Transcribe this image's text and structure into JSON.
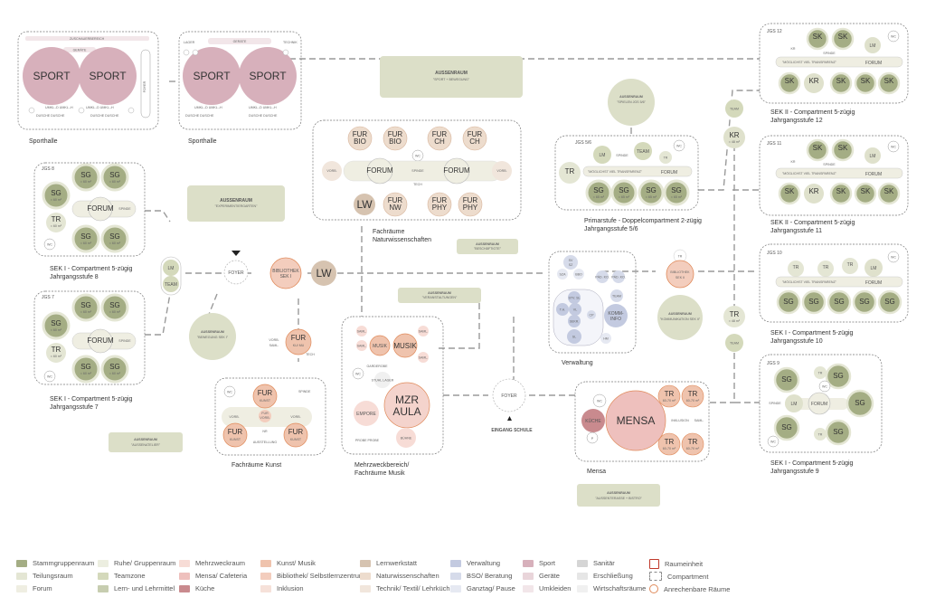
{
  "colors": {
    "stamm": "#a4ad84",
    "stamm_fill": "#c9cdaa",
    "forum": "#efeee2",
    "teilung": "#f4f4ec",
    "ruhe": "#dfe1cc",
    "sport": "#d7b0bb",
    "fur": "#efc3ad",
    "bib": "#e8b4a1",
    "lw": "#d6c3b0",
    "verw": "#c3cae0",
    "aussen": "#dcdfc8",
    "mensa": "#eac9c8",
    "kuche": "#c98a8e",
    "mzr": "#f4d3cc",
    "grey": "#e5e5e5",
    "line": "#9a9a9a"
  },
  "sport": {
    "hall1_label": "Sporthalle",
    "hall2_label": "Sporthalle",
    "sport": "SPORT",
    "zuschauer": "ZUSCHAUERBEREICH",
    "gerate": "GERÄTE",
    "gerate2": "GERÄTE",
    "foyer": "FOYER",
    "lager": "LAGER",
    "technik": "TECHNIK",
    "wc": "WC",
    "umkl": "UMKL.-D  UMKL.-H",
    "dusche": "DUSCHE  DUSCHE"
  },
  "aussen": {
    "sport_title": "AUSSENRAUM",
    "sport_sub": "\"SPORT + BEWEGUNG\"",
    "spielen_title": "AUSSENRAUM",
    "spielen_sub": "\"SPIELEN JGS 5/6\"",
    "experiment_title": "AUSSENRAUM",
    "experiment_sub": "\"EXPERIMENTIERGARTEN\"",
    "beschaftigte_title": "AUSSENRAUM",
    "beschaftigte_sub": "\"BESCHÄFTIGTE\"",
    "veranst_title": "AUSSENRAUM",
    "veranst_sub": "\"VERANSTALTUNGEN\"",
    "bewegung_title": "AUSSENRAUM",
    "bewegung_sub": "\"BEWEGUNG SEK I\"",
    "kommunikation_title": "AUSSENRAUM",
    "kommunikation_sub": "\"KOMMUNIKATION SEK II\"",
    "atelier_title": "AUSSENRAUM",
    "atelier_sub": "\"AUSSENATELIER\"",
    "terrasse_title": "AUSSENRAUM",
    "terrasse_sub": "\"AUSSENTERASSE + BISTRO\""
  },
  "nawi": {
    "fur": "FUR",
    "bio": "BIO",
    "ch": "CH",
    "nw": "NW",
    "phy": "PHY",
    "forum": "FORUM",
    "vorb": "VORB.",
    "wc": "WC",
    "lw": "LW",
    "spinde": "SPINDE",
    "technik": "TECH",
    "label1": "Fachräume",
    "label2": "Naturwissenschaften"
  },
  "jgs8": {
    "tag": "JGS 8",
    "sg": "SG",
    "sg_size": "≈ 60 m²",
    "tr": "TR",
    "forum": "FORUM",
    "spinde": "SPINDE",
    "wc": "WC",
    "label1": "SEK I - Compartment 5-zügig",
    "label2": "Jahrgangsstufe 8"
  },
  "jgs7": {
    "tag": "JGS 7",
    "sg": "SG",
    "sg_size": "≈ 60 m²",
    "tr": "TR",
    "forum": "FORUM",
    "spinde": "SPINDE",
    "wc": "WC",
    "label1": "SEK I - Compartment 5-zügig",
    "label2": "Jahrgangsstufe 7"
  },
  "center": {
    "lm": "LM",
    "team": "TEAM",
    "foyer": "FOYER",
    "bib_line1": "BIBLIOTHEK",
    "bib_line2": "SEK I",
    "lw": "LW",
    "fur_km1": "FUR",
    "fur_km2": "KU/ MU",
    "vorb": "VORB.",
    "samml": "SAML.",
    "tech": "TECH"
  },
  "kunst": {
    "fur": "FUR",
    "kunst": "KUNST",
    "vorb": "VORB.",
    "nr": "NR",
    "ausst": "AUSSTELLUNG",
    "wc": "WC",
    "spinde": "SPINDE",
    "label": "Fachräume Kunst"
  },
  "mzr": {
    "mzr": "MZR",
    "aula": "AULA",
    "musik": "MUSIK",
    "samml": "SAML.",
    "garderobe": "GARDEROBE",
    "wc": "WC",
    "stuhl": "STUHL LAGER",
    "empore": "EMPORE",
    "buhne": "BÜHNE",
    "probe": "PROBE PROBE",
    "label1": "Mehrzweckbereich/",
    "label2": "Fachräume Musik"
  },
  "jgs56": {
    "tag": "JGS 5/6",
    "lm": "LM",
    "team": "TEAM",
    "tr": "TR",
    "wc": "WC",
    "forum": "FORUM",
    "spinde": "SPINDE",
    "transparent": "\"MÖGLICHST VIEL TRANSPARENZ\"",
    "sg": "SG",
    "sg_size": "≈ 65 m²",
    "label1": "Primarstufe - Doppelcompartment 2-zügig",
    "label2": "Jahrgangsstufe 5/6"
  },
  "verw": {
    "sv": "SV",
    "sz": "SZ",
    "sza": "SZA",
    "bbo": "BBO",
    "pad1": "PÄD. KO.",
    "pad2": "PÄD. KO.",
    "stv": "STV. SL",
    "sl": "SL",
    "vl": "VL",
    "th": "T.H.",
    "sekr": "SEKR.",
    "cp": "CP",
    "komm": "KOMM-",
    "info": "INFO",
    "team": "TEAM",
    "hm": "HM",
    "label": "Verwaltung"
  },
  "entrance": {
    "foyer": "FOYER",
    "eingang": "EINGANG SCHULE"
  },
  "bib2": {
    "line1": "BIBLIOTHEK",
    "line2": "SEK II",
    "tr": "TR"
  },
  "mensa": {
    "mensa": "MENSA",
    "kuche": "KÜCHE",
    "wc": "WC",
    "p": "P",
    "tr": "TR",
    "tr_size": "60-70 m²",
    "inklusion": "INKLUSION",
    "samml": "SAML.",
    "label": "Mensa"
  },
  "jgs12": {
    "tag": "JGS 12",
    "sk": "SK",
    "kr": "KR",
    "lm": "LM",
    "wc": "WC",
    "forum": "FORUM",
    "spinde": "SPINDE",
    "transparent": "\"MÖGLICHST VIEL TRANSPARENZ\"",
    "label1": "SEK II - Compartment 5-zügig",
    "label2": "Jahrgangsstufe 12"
  },
  "jgs11": {
    "tag": "JGS 11",
    "sk": "SK",
    "kr": "KR",
    "lm": "LM",
    "wc": "WC",
    "forum": "FORUM",
    "spinde": "SPINDE",
    "transparent": "\"MÖGLICHST VIEL TRANSPARENZ\"",
    "label1": "SEK II - Compartment 5-zügig",
    "label2": "Jahrgangsstufe 11"
  },
  "jgs10": {
    "tag": "JGS 10",
    "tr": "TR",
    "lm": "LM",
    "wc": "WC",
    "sg": "SG",
    "forum": "FORUM",
    "transparent": "\"MÖGLICHST VIEL TRANSPARENZ\"",
    "label1": "SEK I - Compartment 5-zügig",
    "label2": "Jahrgangsstufe 10"
  },
  "jgs9": {
    "tag": "JGS 9",
    "sg": "SG",
    "tr": "TR",
    "lm": "LM",
    "wc": "WC",
    "forum": "FORUM",
    "spinde": "SPINDE",
    "label1": "SEK I - Compartment 5-zügig",
    "label2": "Jahrgangsstufe 9"
  },
  "right_col": {
    "team": "TEAM",
    "kr": "KR",
    "kr_size": "≈ 48 m²",
    "tr": "TR",
    "tr_size": "≈ 48 m²"
  },
  "legend": {
    "items": [
      {
        "label": "Stammgruppenraum",
        "color": "#a4ad84",
        "kind": "fill"
      },
      {
        "label": "Teilungsraum",
        "color": "#e4e6d4",
        "kind": "fill"
      },
      {
        "label": "Forum",
        "color": "#efeee2",
        "kind": "fill"
      },
      {
        "label": "Ruhe/ Gruppenraum",
        "color": "#eceee0",
        "kind": "fill"
      },
      {
        "label": "Teamzone",
        "color": "#d4d9bb",
        "kind": "fill"
      },
      {
        "label": "Lern- und Lehrmittel",
        "color": "#c7cdb0",
        "kind": "fill"
      },
      {
        "label": "Mehrzweckraum",
        "color": "#f7dcd6",
        "kind": "fill"
      },
      {
        "label": "Mensa/ Cafeteria",
        "color": "#eec0bd",
        "kind": "fill"
      },
      {
        "label": "Küche",
        "color": "#c98a8e",
        "kind": "fill"
      },
      {
        "label": "Kunst/ Musik",
        "color": "#efc3ad",
        "kind": "fill"
      },
      {
        "label": "Bibliothek/ Selbstlernzentrum",
        "color": "#f3cdbd",
        "kind": "fill"
      },
      {
        "label": "Inklusion",
        "color": "#f6e1d9",
        "kind": "fill"
      },
      {
        "label": "Lernwerkstatt",
        "color": "#d6c3b0",
        "kind": "fill"
      },
      {
        "label": "Naturwissenschaften",
        "color": "#eddccd",
        "kind": "fill"
      },
      {
        "label": "Technik/ Textil/ Lehrküche",
        "color": "#f1e6dc",
        "kind": "fill"
      },
      {
        "label": "Verwaltung",
        "color": "#c3cae0",
        "kind": "fill"
      },
      {
        "label": "BSO/ Beratung",
        "color": "#d6dbea",
        "kind": "fill"
      },
      {
        "label": "Ganztag/ Pause",
        "color": "#e6e9f2",
        "kind": "fill"
      },
      {
        "label": "Sport",
        "color": "#d7b0bb",
        "kind": "fill"
      },
      {
        "label": "Geräte",
        "color": "#e9d5da",
        "kind": "fill"
      },
      {
        "label": "Umkleiden",
        "color": "#f2e6e9",
        "kind": "fill"
      },
      {
        "label": "Sanitär",
        "color": "#d5d5d5",
        "kind": "fill"
      },
      {
        "label": "Erschließung",
        "color": "#e6e6e6",
        "kind": "fill"
      },
      {
        "label": "Wirtschaftsräume",
        "color": "#f0f0f0",
        "kind": "fill"
      },
      {
        "label": "Raumeinheit",
        "color": "#c0392b",
        "kind": "square"
      },
      {
        "label": "Compartment",
        "color": "#888888",
        "kind": "dash"
      },
      {
        "label": "Anrechenbare Räume",
        "color": "#e08a5a",
        "kind": "circle"
      }
    ]
  }
}
